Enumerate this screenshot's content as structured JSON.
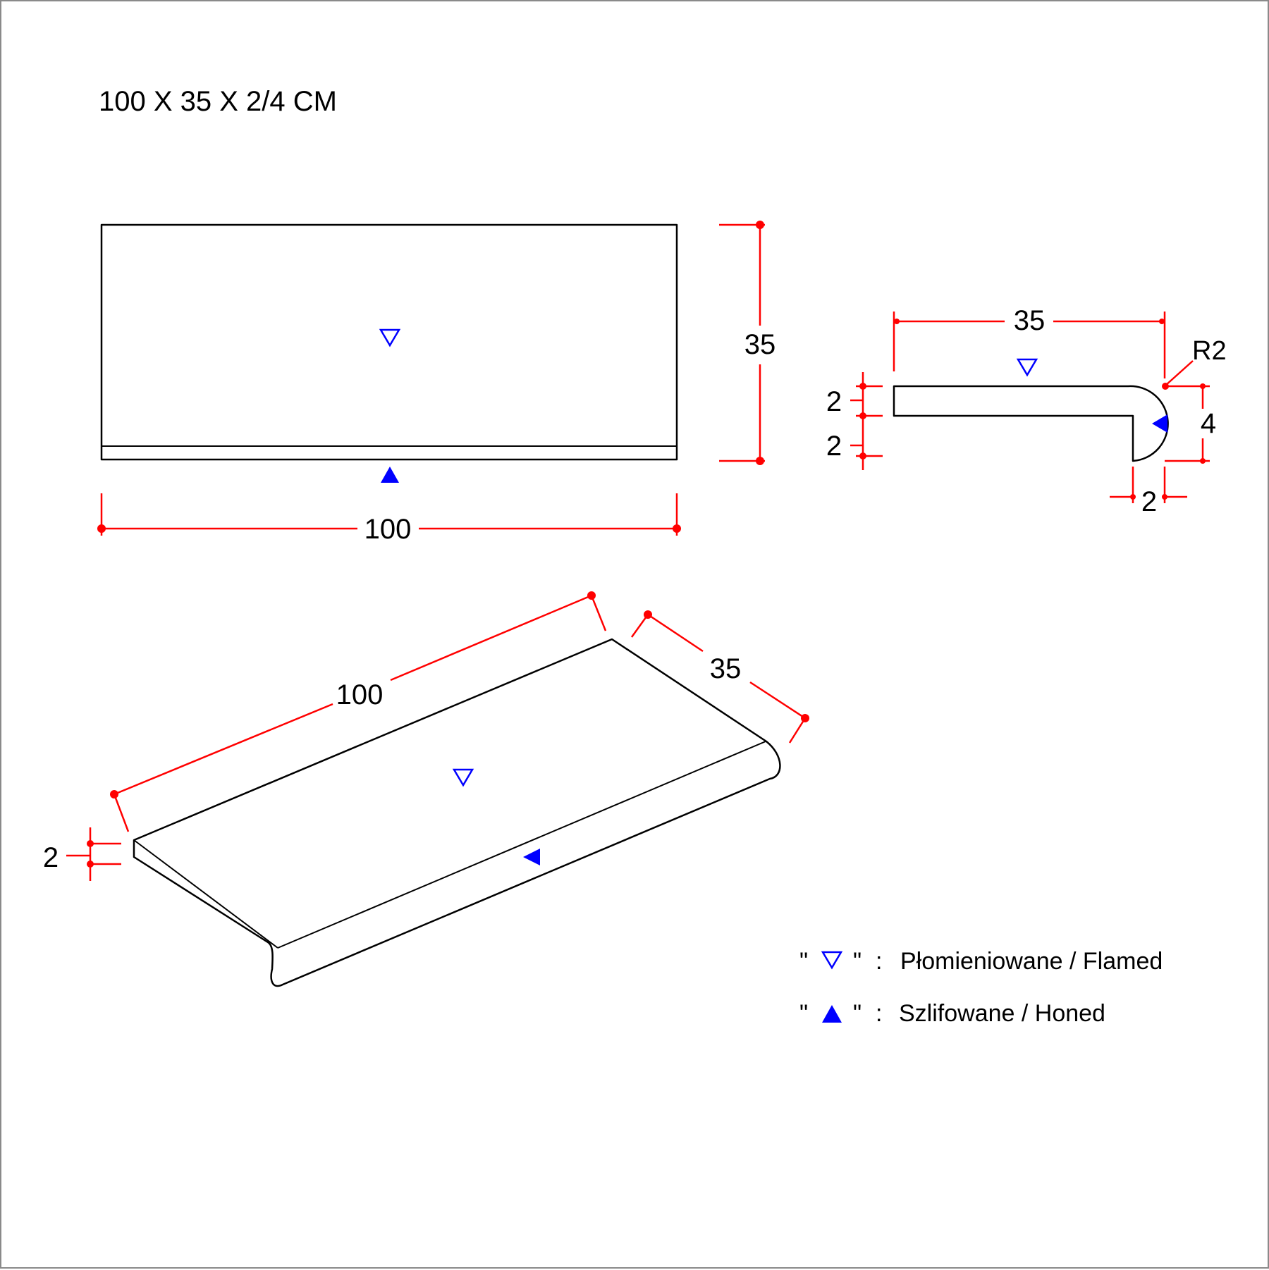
{
  "title": "100 X 35 X 2/4 CM",
  "top_view": {
    "length_label": "100",
    "width_label": "35"
  },
  "section_view": {
    "width_label": "35",
    "radius_label": "R2",
    "thickness_top_label": "2",
    "thickness_bottom_label": "2",
    "nose_height_label": "4",
    "nose_depth_label": "2"
  },
  "iso_view": {
    "length_label": "100",
    "width_label": "35",
    "thickness_label": "2"
  },
  "legend": [
    {
      "icon": "flamed-marker-icon",
      "open_quote": "\"",
      "close_quote": "\"",
      "sep": ":",
      "text": "Płomieniowane / Flamed"
    },
    {
      "icon": "honed-marker-icon",
      "open_quote": "\"",
      "close_quote": "\"",
      "sep": ":",
      "text": "Szlifowane / Honed"
    }
  ],
  "colors": {
    "dimension": "#ff0000",
    "marker": "#0000ff",
    "outline": "#000000"
  }
}
